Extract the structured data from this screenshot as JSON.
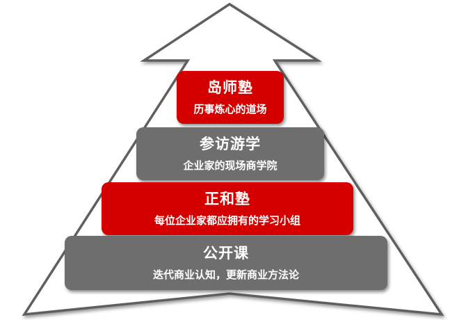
{
  "colors": {
    "red": "#d40000",
    "gray": "#6e6e6e",
    "arrow_fill": "#ffffff",
    "arrow_stroke": "#5f5f5f"
  },
  "tiers": [
    {
      "title": "岛师塾",
      "subtitle": "历事炼心的道场",
      "color": "red"
    },
    {
      "title": "参访游学",
      "subtitle": "企业家的现场商学院",
      "color": "gray"
    },
    {
      "title": "正和塾",
      "subtitle": "每位企业家都应拥有的学习小组",
      "color": "red"
    },
    {
      "title": "公开课",
      "subtitle": "迭代商业认知，更新商业方法论",
      "color": "gray"
    }
  ]
}
